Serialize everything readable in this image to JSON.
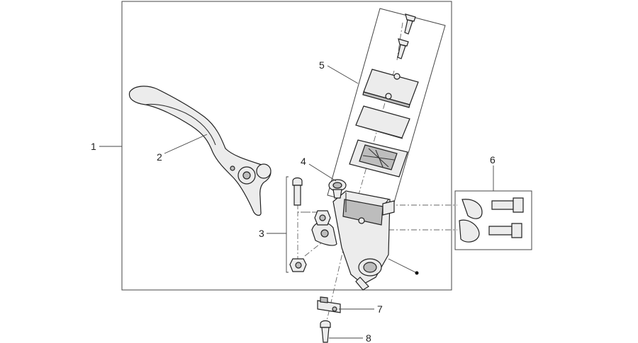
{
  "callouts": {
    "c1": "1",
    "c2": "2",
    "c3": "3",
    "c4": "4",
    "c5": "5",
    "c6": "6",
    "c7": "7",
    "c8": "8"
  },
  "icons": {
    "lever": "brake-lever-icon",
    "master_cylinder": "master-cylinder-icon",
    "reservoir_cap": "reservoir-cap-icon",
    "clamp": "handlebar-clamp-icon",
    "screw": "screw-icon"
  },
  "colors": {
    "line": "#333333",
    "part_fill": "#ececec",
    "part_shade": "#bdbdbd",
    "background": "#ffffff"
  }
}
